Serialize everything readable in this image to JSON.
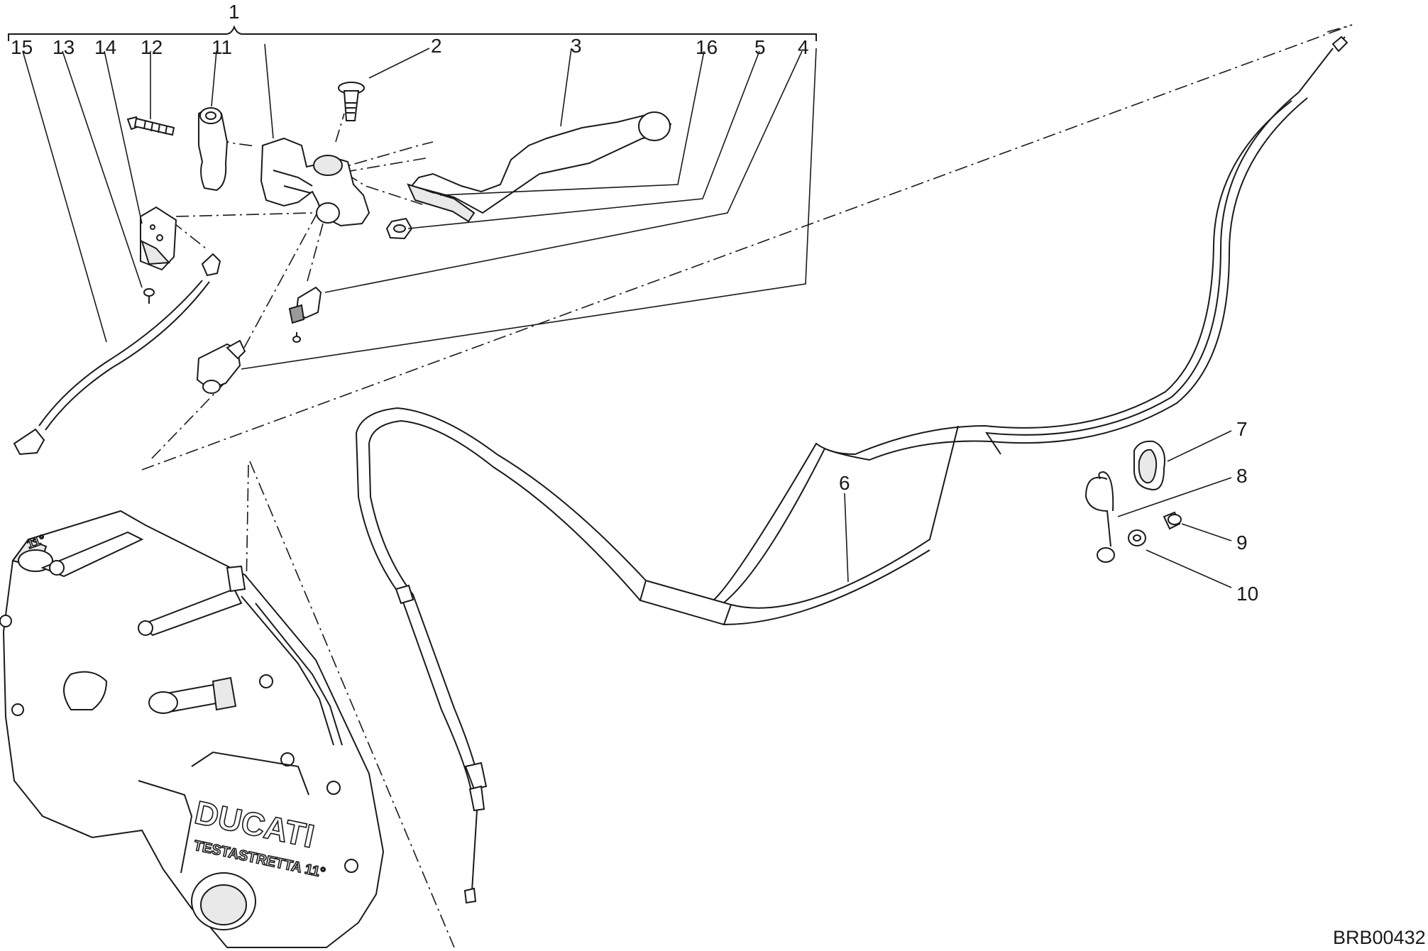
{
  "diagram": {
    "drawing_code": "BRB00432",
    "cover_brand": "DUCATI",
    "cover_subtitle": "TESTASTRETTA 11°",
    "cover_tag": "11°",
    "callouts": {
      "c1": "1",
      "c2": "2",
      "c3": "3",
      "c4": "4",
      "c5": "5",
      "c6": "6",
      "c7": "7",
      "c8": "8",
      "c9": "9",
      "c10": "10",
      "c11": "11",
      "c12": "12",
      "c13": "13",
      "c14": "14",
      "c15": "15",
      "c16": "16"
    },
    "parts": [
      {
        "id": "c1",
        "name": "clutch-control-assembly"
      },
      {
        "id": "c2",
        "name": "pivot-screw"
      },
      {
        "id": "c3",
        "name": "clutch-lever"
      },
      {
        "id": "c4",
        "name": "adjuster"
      },
      {
        "id": "c5",
        "name": "microswitch"
      },
      {
        "id": "c6",
        "name": "clutch-cable"
      },
      {
        "id": "c7",
        "name": "grommet"
      },
      {
        "id": "c8",
        "name": "cable-clip"
      },
      {
        "id": "c9",
        "name": "screw"
      },
      {
        "id": "c10",
        "name": "washer"
      },
      {
        "id": "c11",
        "name": "clamp"
      },
      {
        "id": "c12",
        "name": "clamp-screw"
      },
      {
        "id": "c13",
        "name": "bracket-screw"
      },
      {
        "id": "c14",
        "name": "bracket"
      },
      {
        "id": "c15",
        "name": "switch-wire"
      },
      {
        "id": "c16",
        "name": "lever-nut"
      }
    ]
  }
}
